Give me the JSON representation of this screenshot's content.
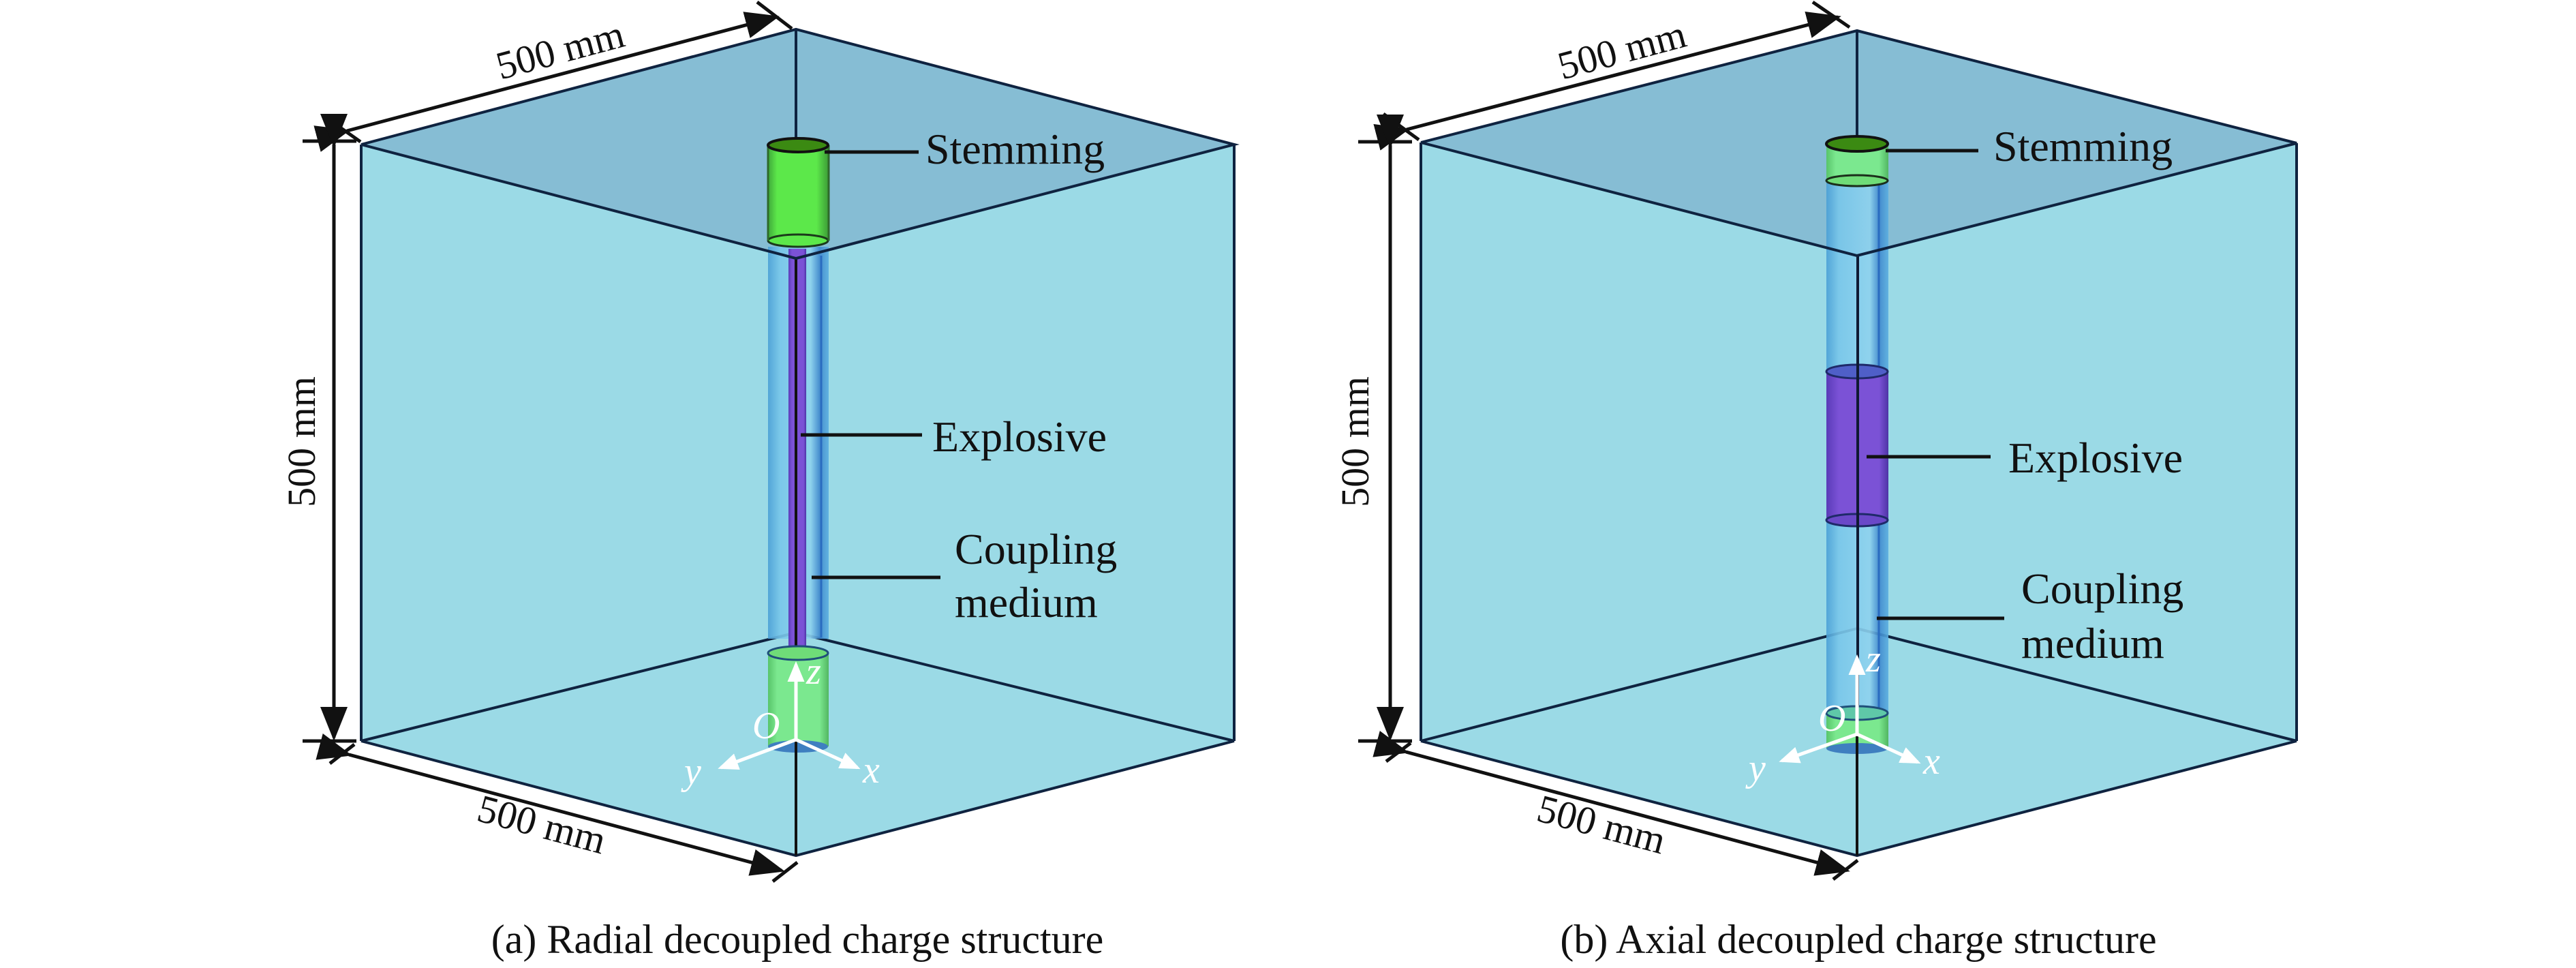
{
  "figure": {
    "panels": [
      {
        "id": "a",
        "caption": "(a) Radial decoupled charge structure",
        "dimensions": {
          "top": "500 mm",
          "vertical": "500 mm",
          "bottom": "500 mm"
        },
        "labels": {
          "stemming": "Stemming",
          "explosive": "Explosive",
          "coupling_line1": "Coupling",
          "coupling_line2": "medium"
        },
        "axes": {
          "z": "z",
          "origin": "O",
          "x": "x",
          "y": "y"
        }
      },
      {
        "id": "b",
        "caption": "(b) Axial decoupled charge structure",
        "dimensions": {
          "top": "500 mm",
          "vertical": "500 mm",
          "bottom": "500 mm"
        },
        "labels": {
          "stemming": "Stemming",
          "explosive": "Explosive",
          "coupling_line1": "Coupling",
          "coupling_line2": "medium"
        },
        "axes": {
          "z": "z",
          "origin": "O",
          "x": "x",
          "y": "y"
        }
      }
    ],
    "colors": {
      "side_face": "#9bdae6",
      "top_face": "#86bdd4",
      "stemming": "#5ce84a",
      "stemming_light": "#7be88f",
      "explosive": "#7b52d6",
      "coupling_tube": "#6fbbe6",
      "edge": "#0f2340"
    }
  }
}
